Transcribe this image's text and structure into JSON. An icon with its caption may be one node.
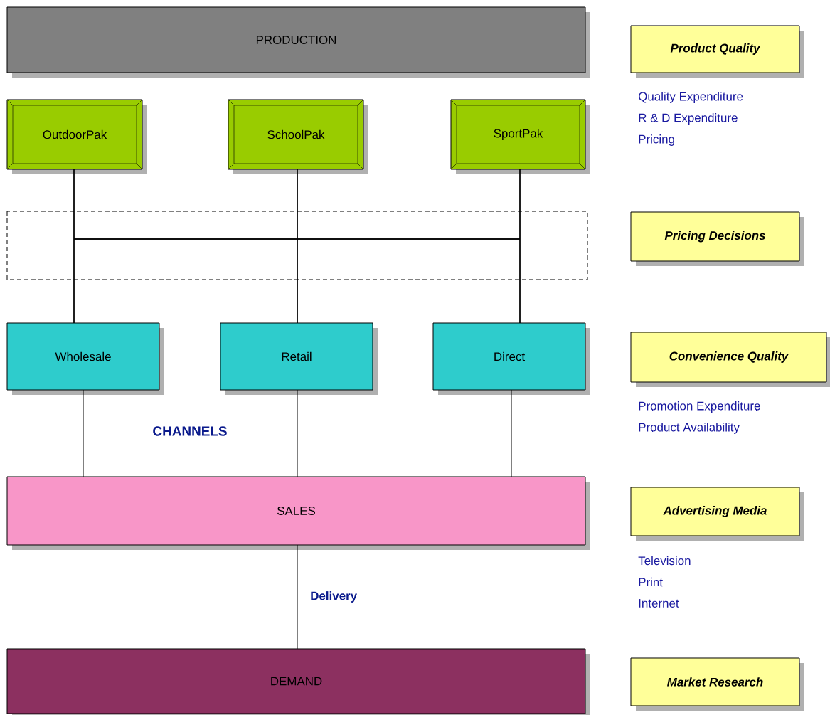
{
  "diagram": {
    "nodes": [
      {
        "text": [
          "PRODUCTION"
        ]
      },
      {
        "text": [
          "OutdoorPak"
        ]
      },
      {
        "text": [
          "SchoolPak"
        ]
      },
      {
        "text": [
          "SportPak"
        ]
      },
      {
        "text": [
          "Wholesale"
        ]
      },
      {
        "text": [
          "Retail"
        ]
      },
      {
        "text": [
          "Direct"
        ]
      },
      {
        "text": [
          "SALES"
        ]
      },
      {
        "text": [
          "DEMAND"
        ]
      },
      {
        "text": [
          "Product Quality"
        ],
        "beside": [
          "Quality Expenditure",
          "R & D Expenditure",
          "Pricing"
        ]
      },
      {
        "text": [
          "Pricing Decisions"
        ]
      },
      {
        "text": [
          "Convenience Quality"
        ],
        "beside": [
          "Promotion Expenditure",
          "Product Availability"
        ]
      },
      {
        "text": [
          "Advertising Media"
        ],
        "beside": [
          "Television",
          "Print",
          "Internet"
        ]
      },
      {
        "text": [
          "Market Research"
        ]
      }
    ],
    "edges": [
      {
        "from": 1,
        "to": 4,
        "arrow": "none"
      },
      {
        "from": 1,
        "to": 5,
        "arrow": "none"
      },
      {
        "from": 1,
        "to": 6,
        "arrow": "none"
      },
      {
        "from": 2,
        "to": 4,
        "arrow": "none"
      },
      {
        "from": 2,
        "to": 5,
        "arrow": "none"
      },
      {
        "from": 2,
        "to": 6,
        "arrow": "none"
      },
      {
        "from": 3,
        "to": 4,
        "arrow": "none"
      },
      {
        "from": 3,
        "to": 5,
        "arrow": "none"
      },
      {
        "from": 3,
        "to": 6,
        "arrow": "none"
      },
      {
        "from": 4,
        "to": 7,
        "arrow": "none"
      },
      {
        "from": 5,
        "to": 7,
        "arrow": "none"
      },
      {
        "from": 6,
        "to": 7,
        "arrow": "none"
      },
      {
        "from": 7,
        "to": 8,
        "arrow": "none",
        "label": "Delivery"
      }
    ],
    "labels": [
      "CHANNELS"
    ]
  }
}
